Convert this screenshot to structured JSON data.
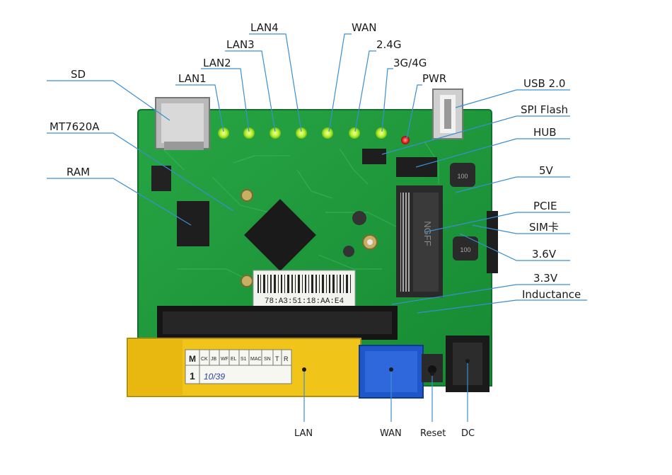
{
  "image": {
    "subject": "router-pcb-board",
    "colors": {
      "board": "#1f9a3a",
      "board_edge": "#13702a",
      "silk": "#cfe9c6",
      "leader_line": "#3a8fd0",
      "led_green": "#b8f229",
      "led_red": "#e01818",
      "yellow_block": "#f0c419",
      "wan_blue": "#1f56c9",
      "chip": "#1e1e1e"
    }
  },
  "labels": {
    "sd": "SD",
    "mt7620a": "MT7620A",
    "ram": "RAM",
    "lan1": "LAN1",
    "lan2": "LAN2",
    "lan3": "LAN3",
    "lan4": "LAN4",
    "wan_top": "WAN",
    "g24": "2.4G",
    "g34": "3G/4G",
    "pwr": "PWR",
    "usb": "USB 2.0",
    "spi": "SPI Flash",
    "hub": "HUB",
    "v5": "5V",
    "pcie": "PCIE",
    "sim": "SIM卡",
    "v36": "3.6V",
    "v33": "3.3V",
    "inductance": "Inductance",
    "lan_bottom": "LAN",
    "wan_bottom": "WAN",
    "reset": "Reset",
    "dc": "DC"
  },
  "board_text": {
    "mac": "78:A3:51:18:AA:E4",
    "pcie_mark": "NGFF",
    "sticker_headers": [
      "M",
      "CK",
      "JB",
      "WF",
      "EL",
      "S1",
      "MAC",
      "SN",
      "T",
      "R"
    ],
    "sticker_row": "1",
    "sticker_date": "10/39"
  }
}
